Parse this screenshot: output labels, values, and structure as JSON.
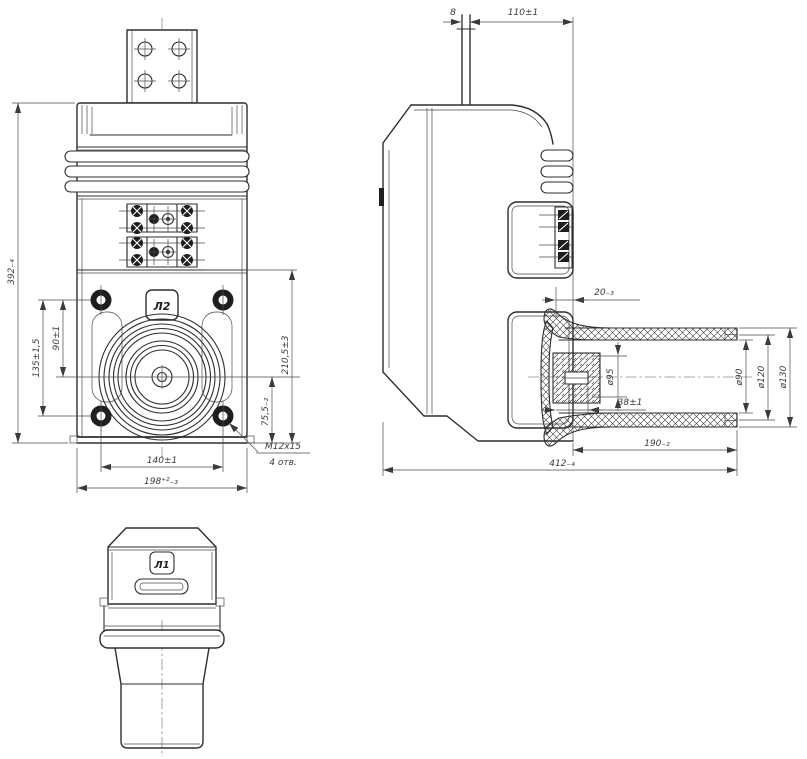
{
  "colors": {
    "background": "#ffffff",
    "outline": "#2e2e2e",
    "dim_line": "#4a4a4a",
    "dim_text": "#3b3b3b",
    "centerline": "#8c8c8c"
  },
  "front_view": {
    "terminal_label": "Л2",
    "dims": {
      "overall_height": "392₋₄",
      "mount_hole_vspacing": "135±1,5",
      "axis_to_holes": "90±1",
      "terminals_to_base": "210,5±3",
      "axis_to_base": "75,5₋₂",
      "mount_hole_hspacing": "140±1",
      "overall_width": "198⁺²₋₃",
      "mount_hole_thread": "М12х15",
      "mount_hole_count": "4 отв."
    }
  },
  "side_view": {
    "dims": {
      "terminal_width": "8",
      "terminal_to_face": "110±1",
      "face_step": "20₋₃",
      "bore_diameter": "ø95",
      "slot_depth": "38±1",
      "inner_diameter": "ø90",
      "middle_diameter": "ø120",
      "outer_diameter": "ø130",
      "bushing_length": "190₋₂",
      "overall_depth": "412₋₄"
    }
  },
  "bottom_view": {
    "terminal_label": "Л1"
  }
}
